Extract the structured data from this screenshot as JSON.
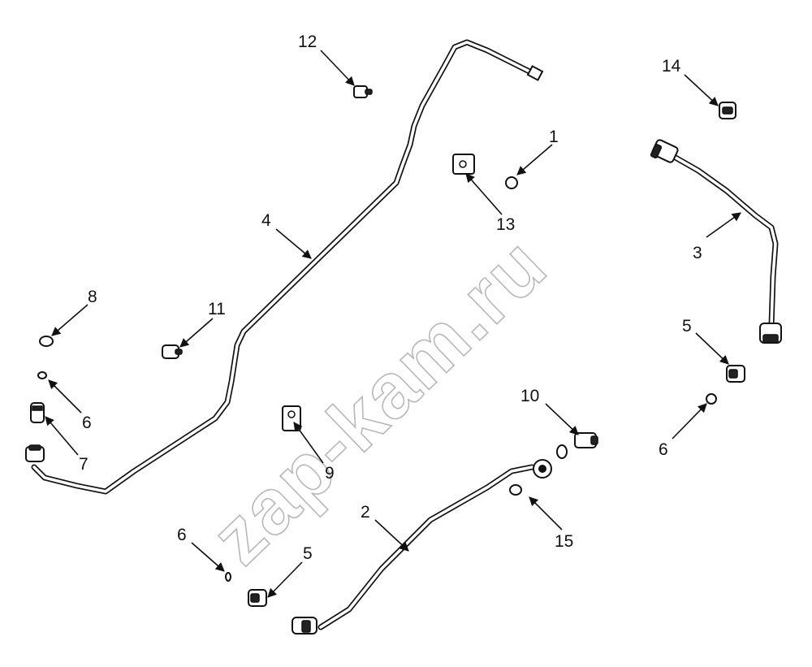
{
  "watermark": "zap-kam.ru",
  "callouts": [
    {
      "id": "1",
      "label": "1"
    },
    {
      "id": "2",
      "label": "2"
    },
    {
      "id": "3",
      "label": "3"
    },
    {
      "id": "4",
      "label": "4"
    },
    {
      "id": "5a",
      "label": "5"
    },
    {
      "id": "5b",
      "label": "5"
    },
    {
      "id": "6a",
      "label": "6"
    },
    {
      "id": "6b",
      "label": "6"
    },
    {
      "id": "6c",
      "label": "6"
    },
    {
      "id": "7",
      "label": "7"
    },
    {
      "id": "8",
      "label": "8"
    },
    {
      "id": "9",
      "label": "9"
    },
    {
      "id": "10",
      "label": "10"
    },
    {
      "id": "11",
      "label": "11"
    },
    {
      "id": "12",
      "label": "12"
    },
    {
      "id": "13",
      "label": "13"
    },
    {
      "id": "14",
      "label": "14"
    },
    {
      "id": "15",
      "label": "15"
    }
  ]
}
